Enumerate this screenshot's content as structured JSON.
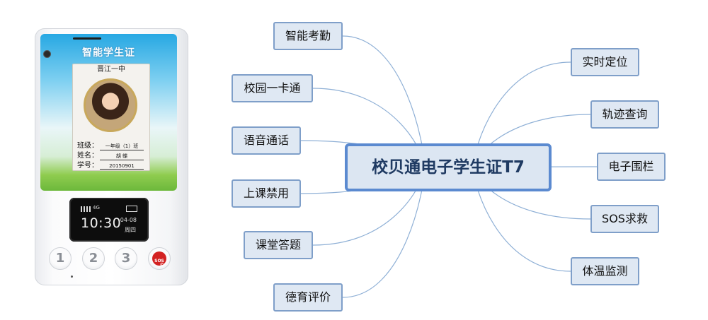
{
  "diagram": {
    "center_label": "校贝通电子学生证T7",
    "left_nodes": [
      "智能考勤",
      "校园一卡通",
      "语音通话",
      "上课禁用",
      "课堂答题",
      "德育评价"
    ],
    "right_nodes": [
      "实时定位",
      "轨迹查询",
      "电子围栏",
      "SOS求救",
      "体温监测"
    ]
  },
  "device": {
    "screen_title": "智能学生证",
    "card": {
      "school": "晋江一中",
      "class_label": "班级：",
      "class_value": "一年级（1）班",
      "name_label": "姓名：",
      "name_value": "胡 蝶",
      "id_label": "学号：",
      "id_value": "20150901"
    },
    "lcd": {
      "network": "4G",
      "time": "10:30",
      "date": "04-08",
      "weekday": "周四"
    },
    "keys": [
      "1",
      "2",
      "3"
    ],
    "sos_label": "SOS"
  },
  "colors": {
    "node_fill": "#dfe8f3",
    "node_border": "#7f9fc9",
    "center_border": "#5b8ad0",
    "center_text": "#1f3a62",
    "line": "#8fb0d6"
  }
}
